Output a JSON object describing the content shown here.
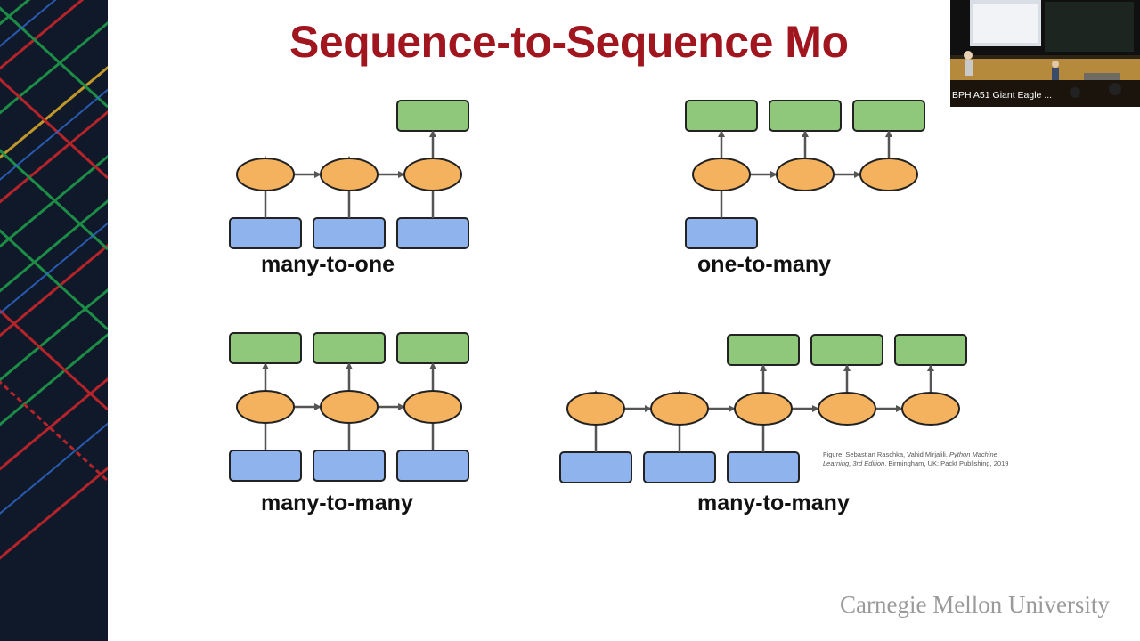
{
  "slide": {
    "title": "Sequence-to-Sequence  Mo",
    "labels": {
      "many_to_one": "many-to-one",
      "one_to_many": "one-to-many",
      "many_to_many_1": "many-to-many",
      "many_to_many_2": "many-to-many"
    },
    "citation": {
      "authors": "Figure: Sebastian Raschka, Vahid Mirjalili.",
      "book": "Python Machine Learning, 3rd Edition",
      "rest": ". Birmingham, UK: Packt Publishing, 2019"
    },
    "logo": "Carnegie Mellon University"
  },
  "camera": {
    "label": "BPH A51 Giant Eagle ..."
  },
  "colors": {
    "title": "#a0151e",
    "output_box": "#8fc87a",
    "hidden_node": "#f5b25e",
    "input_box": "#8fb3ec",
    "arrow": "#555555"
  }
}
